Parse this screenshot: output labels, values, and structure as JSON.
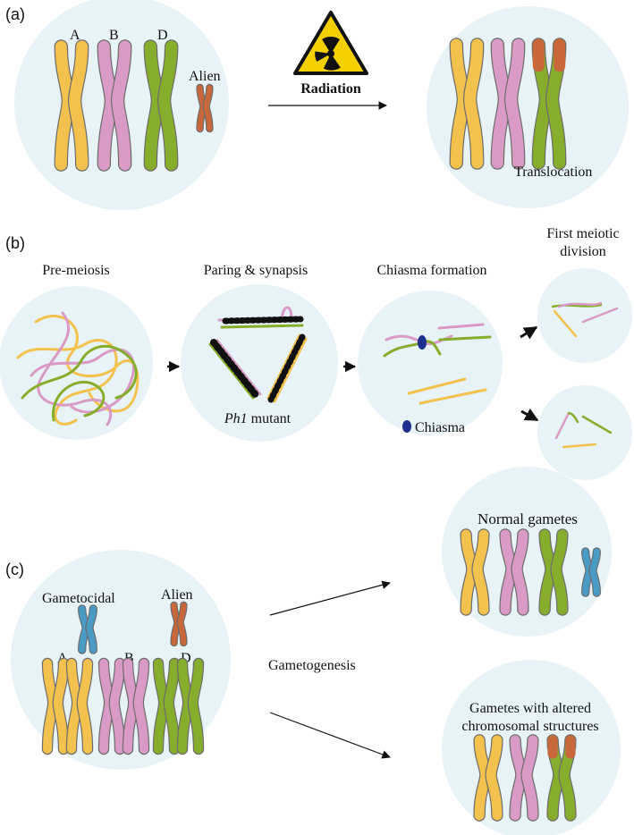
{
  "panels": {
    "a": {
      "panel_label": "(a)",
      "chromosome_labels": [
        "A",
        "B",
        "D"
      ],
      "alien_label": "Alien",
      "arrow_label": "Radiation",
      "result_label": "Translocation"
    },
    "b": {
      "panel_label": "(b)",
      "stage_labels": [
        "Pre-meiosis",
        "Paring & synapsis",
        "Chiasma formation"
      ],
      "division_label_lines": [
        "First meiotic",
        "division"
      ],
      "mutant_label_italic": "Ph1",
      "mutant_label_rest": " mutant",
      "chiasma_label": "Chiasma"
    },
    "c": {
      "panel_label": "(c)",
      "gametocidal_label": "Gametocidal",
      "alien_label": "Alien",
      "chromosome_labels": [
        "A",
        "B",
        "D"
      ],
      "process_label": "Gametogenesis",
      "normal_label": "Normal gametes",
      "altered_label_lines": [
        "Gametes with altered",
        "chromosomal structures"
      ]
    }
  },
  "colors": {
    "circle_fill": "#e8f3f7",
    "genome_a": "#f2c14e",
    "genome_b": "#d99ac5",
    "genome_d": "#86ad2b",
    "alien": "#c8673a",
    "gametocidal": "#4a9ac6",
    "chiasma": "#1d2f8c",
    "radiation_sign": "#f5d000"
  }
}
